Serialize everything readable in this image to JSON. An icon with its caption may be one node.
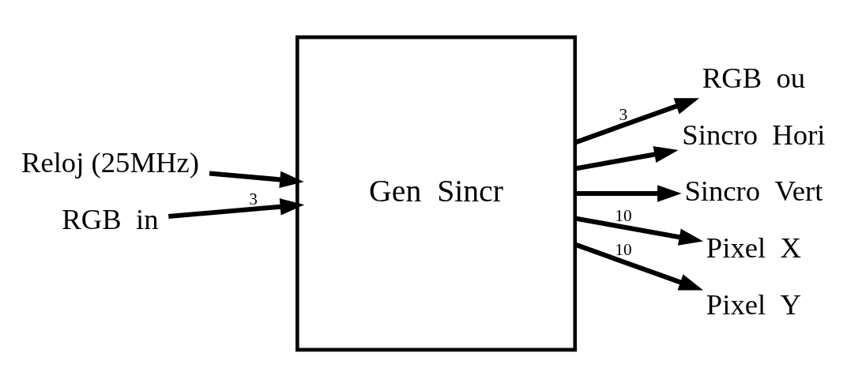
{
  "diagram": {
    "nodes": [
      {
        "text": [
          "Gen  Sincr"
        ]
      },
      {
        "text": [
          "Reloj (25MHz)"
        ]
      },
      {
        "text": [
          "RGB  in"
        ]
      },
      {
        "text": [
          "RGB  ou"
        ]
      },
      {
        "text": [
          "Sincro  Hori"
        ]
      },
      {
        "text": [
          "Sincro  Vert"
        ]
      },
      {
        "text": [
          "Pixel  X"
        ]
      },
      {
        "text": [
          "Pixel  Y"
        ]
      }
    ],
    "edges": [
      {
        "from": 1,
        "to": 0,
        "arrow": "to"
      },
      {
        "from": 2,
        "to": 0,
        "arrow": "to",
        "label": "3"
      },
      {
        "from": 0,
        "to": 3,
        "arrow": "to",
        "label": "3"
      },
      {
        "from": 0,
        "to": 4,
        "arrow": "to"
      },
      {
        "from": 0,
        "to": 5,
        "arrow": "to"
      },
      {
        "from": 0,
        "to": 6,
        "arrow": "to",
        "label": "10"
      },
      {
        "from": 0,
        "to": 7,
        "arrow": "to",
        "label": "10"
      }
    ]
  }
}
